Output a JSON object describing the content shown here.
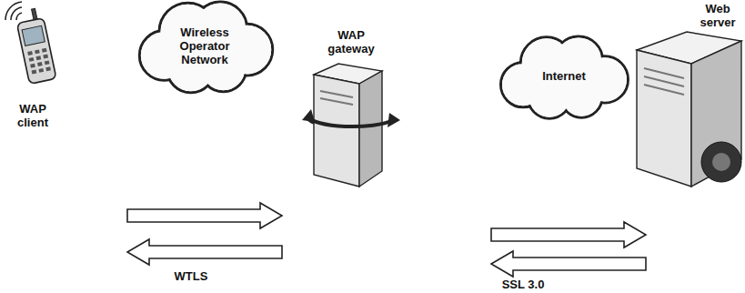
{
  "diagram": {
    "nodes": [
      {
        "text": [
          "WAP client"
        ]
      },
      {
        "text": [
          "Wireless Operator Network"
        ]
      },
      {
        "text": [
          "WAP gateway"
        ]
      },
      {
        "text": [
          "Internet"
        ]
      },
      {
        "text": [
          "Web server"
        ]
      }
    ],
    "edges": [
      {
        "from": 0,
        "to": 2,
        "arrow": "to",
        "label": "WTLS"
      },
      {
        "from": 2,
        "to": 0,
        "arrow": "to"
      },
      {
        "from": 2,
        "to": 4,
        "arrow": "to",
        "label": "SSL 3.0"
      },
      {
        "from": 4,
        "to": 2,
        "arrow": "to"
      }
    ]
  }
}
